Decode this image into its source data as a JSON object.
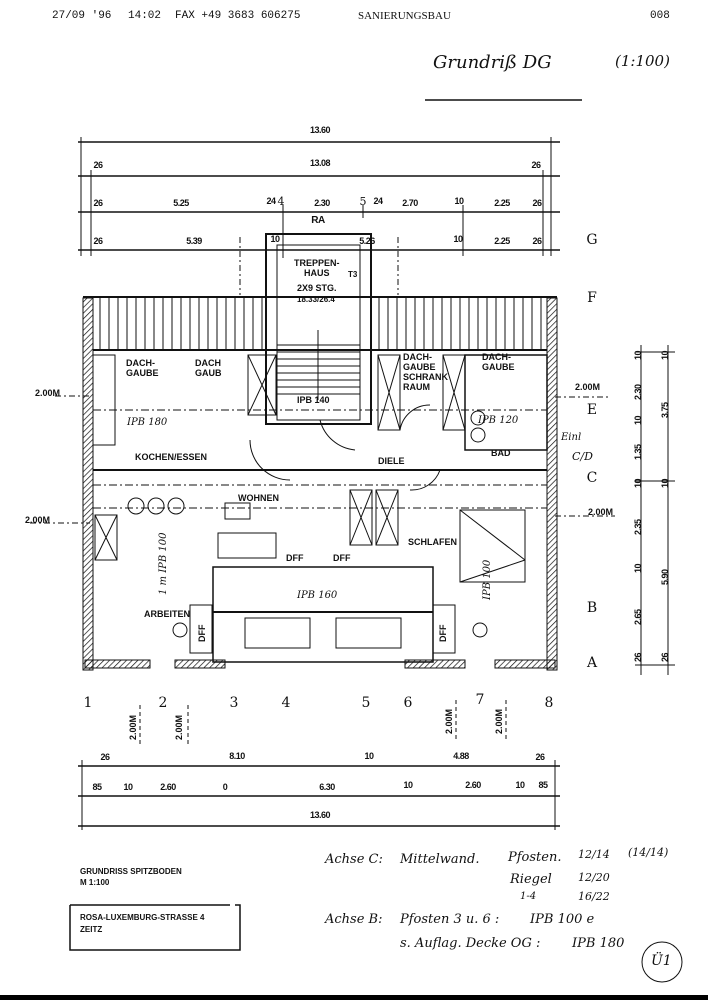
{
  "fax_header": {
    "date": "27/09 '96",
    "time": "14:02",
    "fax": "FAX +49 3683 606275",
    "sender": "SANIERUNGSBAU",
    "page": "008"
  },
  "title": {
    "handwritten": "Grundriß DG",
    "scale": "(1:100)"
  },
  "top_dims": {
    "row1": [
      "13.60"
    ],
    "row2": [
      "26",
      "13.08",
      "26"
    ],
    "row3": [
      "26",
      "5.25",
      "24",
      "2.30",
      "24",
      "2.70",
      "10",
      "2.25",
      "26"
    ],
    "row4": [
      "26",
      "5.39",
      "10",
      "5.26",
      "10",
      "2.25",
      "26"
    ]
  },
  "bottom_dims": {
    "row1": [
      "26",
      "8.10",
      "10",
      "4.88",
      "26"
    ],
    "row2": [
      "85",
      "10",
      "2.60",
      "0",
      "6.30",
      "10",
      "2.60",
      "10",
      "85"
    ],
    "row3": [
      "13.60"
    ]
  },
  "right_dims": {
    "inner": [
      "10",
      "2.30",
      "10",
      "1.35",
      "10",
      "2.35",
      "10",
      "2.65",
      "26"
    ],
    "outer": [
      "10",
      "3.75",
      "10",
      "5.90",
      "26"
    ]
  },
  "axes_bottom": [
    "1",
    "2",
    "3",
    "4",
    "5",
    "6",
    "7",
    "8"
  ],
  "axes_right": [
    "G",
    "F",
    "E",
    "C/D",
    "C",
    "B",
    "A"
  ],
  "axes_right_note": "Einl",
  "axes_top": [
    "4",
    "5"
  ],
  "stair": {
    "label": "TREPPEN-\nHAUS",
    "steps": "2X9 STG.",
    "ratio": "18.33/26.4",
    "ra": "RA",
    "t3": "T3",
    "beam": "IPB 140"
  },
  "rooms": {
    "dachgaube1": "DACH-\nGAUBE",
    "dachgaube2": "DACH\nGAUB",
    "dachgaube3": "DACH-\nGAUBE\nSCHRANK\nRAUM",
    "dachgaube4": "DACH-\nGAUBE",
    "kochen": "KOCHEN/ESSEN",
    "diele": "DIELE",
    "bad": "BAD",
    "wohnen": "WOHNEN",
    "schlafen": "SCHLAFEN",
    "arbeiten": "ARBEITEN",
    "dff": "DFF"
  },
  "beams": {
    "ipb180": "IPB 180",
    "ipb160": "IPB 160",
    "ipb120": "IPB 120",
    "ipb100a": "1 m IPB 100",
    "ipb100b": "IPB 100",
    "ipb100c": "1 m"
  },
  "heights": {
    "h200": "2.00M"
  },
  "title_block": {
    "line1": "GRUNDRISS SPITZBODEN",
    "line2": "M 1:100",
    "address1": "ROSA-LUXEMBURG-STRASSE 4",
    "address2": "ZEITZ"
  },
  "notes": {
    "line1_axis": "Achse C:",
    "line1_text": "Mittelwand.",
    "line1_post": "Pfosten.",
    "line1_val": "12/14",
    "line1_alt": "(14/14)",
    "line2_label": "Riegel",
    "line2_val": "12/20",
    "line3_label": "1-4",
    "line3_val": "16/22",
    "line4_axis": "Achse B:",
    "line4_text": "Pfosten 3 u. 6 :",
    "line4_val": "IPB 100 e",
    "line5_text": "s. Auflag. Decke OG :",
    "line5_val": "IPB 180",
    "stamp": "Ü1"
  }
}
